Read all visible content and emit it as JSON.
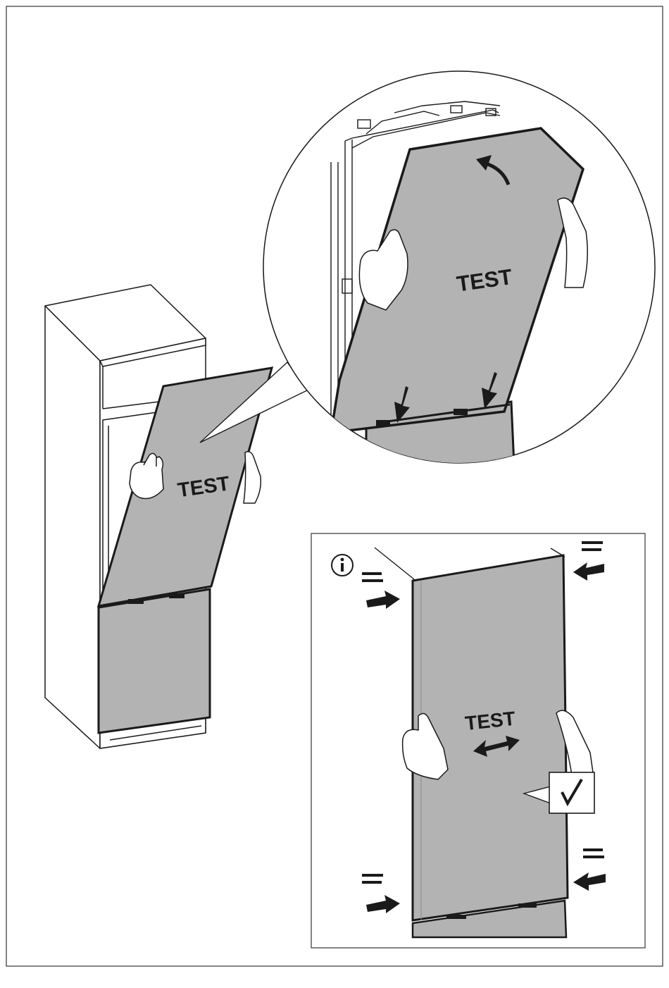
{
  "figure": {
    "main_panel_label": "TEST",
    "zoom_panel_label": "TEST",
    "info_panel_label": "TEST",
    "info_icon": "info-icon",
    "check_icon": "checkmark-icon",
    "colors": {
      "panel_fill": "#b3b3b3",
      "line": "#1a1a1a",
      "frame": "#333333",
      "background": "#ffffff"
    }
  }
}
